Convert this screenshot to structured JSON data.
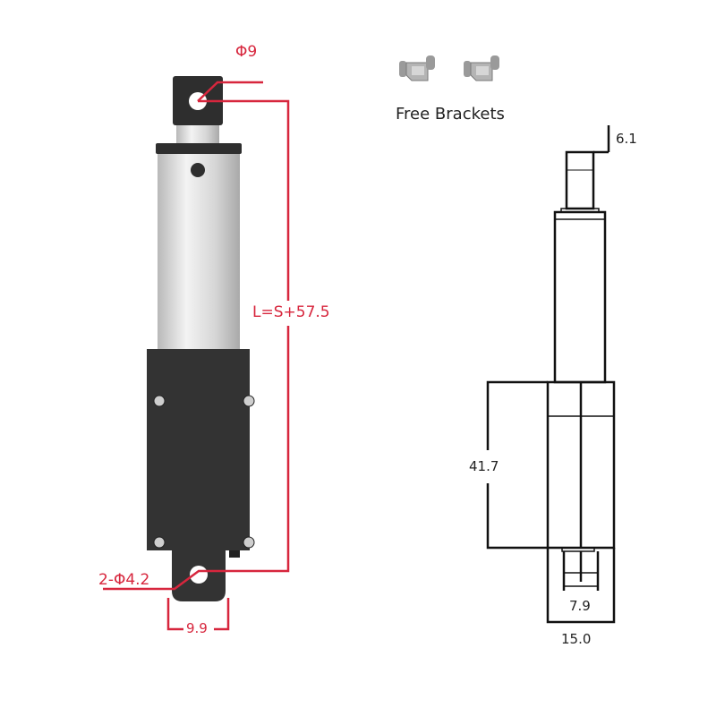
{
  "product_view": {
    "rod_hole_label": "Φ9",
    "length_formula": "L=S+57.5",
    "mount_hole_label": "2-Φ4.2",
    "mount_width_label": "9.9",
    "colors": {
      "dimension_red": "#d7263d",
      "body_black": "#2e2e2e",
      "rod_silver": "#d9d9d9"
    }
  },
  "accessories": {
    "title": "Free Brackets",
    "items": [
      {
        "name": "bracket-1"
      },
      {
        "name": "bracket-2"
      }
    ]
  },
  "side_view": {
    "rod_tip_label": "6.1",
    "body_length_label": "41.7",
    "mount_width_label": "7.9",
    "body_width_label": "15.0"
  }
}
